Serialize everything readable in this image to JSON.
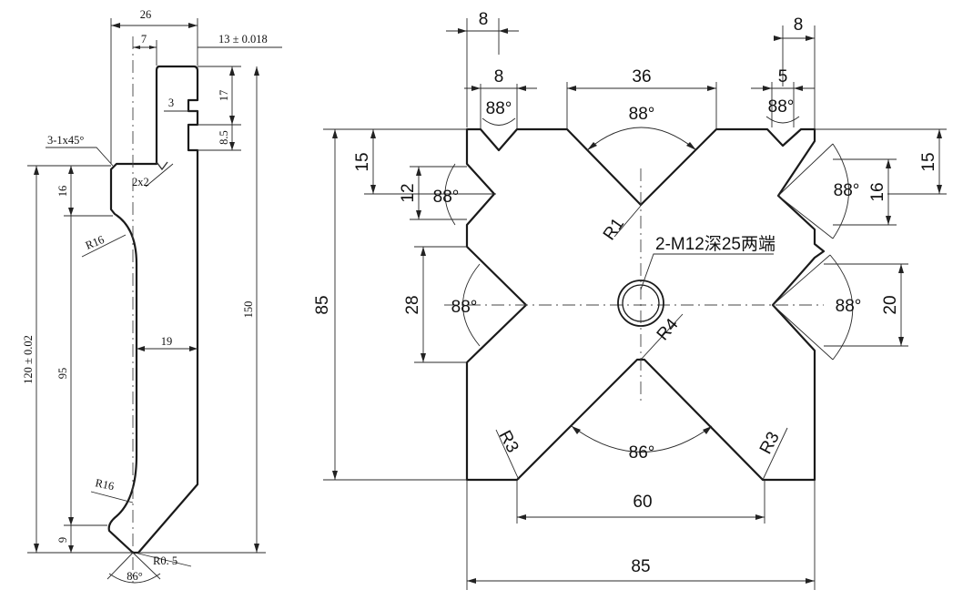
{
  "side_view": {
    "dim_width": "26",
    "dim_offset": "7",
    "dim_tol_width": "13 ± 0.018",
    "dim_tang_width": "3",
    "dim_tang_height": "17",
    "dim_tang_lower": "8.5",
    "dim_chamfer": "3-1x45°",
    "dim_groove": "2x2",
    "dim_top_band": "16",
    "dim_r_upper": "R16",
    "dim_body_width": "19",
    "dim_height_tol": "120 ± 0.02",
    "dim_middle": "95",
    "dim_total_height": "150",
    "dim_r_lower": "R16",
    "dim_bottom_band": "9",
    "dim_tip_radius": "R0. 5",
    "dim_tip_angle": "86°"
  },
  "front_view": {
    "dim_top_left_offset": "8",
    "dim_top_right_offset": "8",
    "dim_top_left_notch": "8",
    "dim_top_center_opening": "36",
    "dim_top_right_notch": "5",
    "angle_top_left": "88°",
    "angle_top_center": "88°",
    "angle_top_right": "88°",
    "dim_left_upper_offset": "15",
    "dim_left_upper_opening": "12",
    "angle_left_upper": "88°",
    "dim_right_upper_offset": "15",
    "angle_right_upper": "88°",
    "dim_right_upper_opening": "16",
    "radius_top_center": "R1",
    "thread_note": "2-M12深25两端",
    "dim_left_lower_opening": "28",
    "angle_left_lower": "88°",
    "angle_right_lower": "88°",
    "dim_right_lower_opening": "20",
    "radius_center": "R4",
    "dim_height": "85",
    "radius_bottom_left": "R3",
    "angle_bottom": "86°",
    "radius_bottom_right": "R3",
    "dim_bottom_opening": "60",
    "dim_width": "85"
  }
}
